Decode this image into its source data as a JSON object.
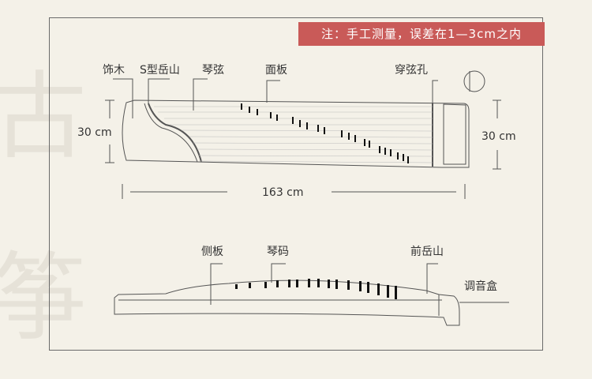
{
  "watermark": [
    "古",
    "筝"
  ],
  "note": "注：手工测量，误差在1—3cm之内",
  "top_view": {
    "labels": {
      "decor_wood": "饰木",
      "s_bridge": "S型岳山",
      "strings": "琴弦",
      "soundboard": "面板",
      "string_holes": "穿弦孔"
    },
    "height_left": "30 cm",
    "height_right": "30 cm",
    "length": "163 cm"
  },
  "side_view": {
    "labels": {
      "side_board": "侧板",
      "bridges": "琴码",
      "front_bridge": "前岳山",
      "tuning_box": "调音盒"
    }
  },
  "colors": {
    "banner": "#c95a58",
    "background": "#f4f1e8",
    "line": "#555555"
  }
}
